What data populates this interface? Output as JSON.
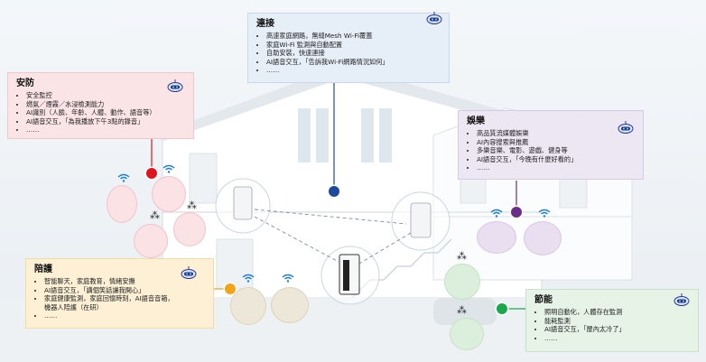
{
  "colors": {
    "security_box": "#fbe4e6",
    "security_pin": "#e0141e",
    "connect_box": "#e6eef8",
    "connect_pin": "#1e4a9e",
    "entertainment_box": "#ede6f3",
    "entertainment_pin": "#6c2d89",
    "care_box": "#fdf0d5",
    "care_pin": "#f3a21a",
    "energy_box": "#e6f3e6",
    "energy_pin": "#1aa84c",
    "wifi": "#1a7fd6"
  },
  "icons": [
    "robot-icon",
    "wifi-icon",
    "share-icon"
  ],
  "panels": {
    "connect": {
      "title": "連接",
      "items": [
        "高速家庭網路，無縫Mesh Wi-Fi覆蓋",
        "家庭Wi-Fi 監測與自動配置",
        "自助安裝，快速連接",
        "AI語音交互，「告訴我Wi-Fi網路情況如何」",
        "……"
      ]
    },
    "security": {
      "title": "安防",
      "items": [
        "安全監控",
        "燃氣／煙霧／水浸檢測能力",
        "AI識別（人臉、年齡、人體、動作、語音等）",
        "AI語音交互，「為我播放下午3點的錄音」",
        "……"
      ]
    },
    "entertainment": {
      "title": "娛樂",
      "items": [
        "高品質流媒體娛樂",
        "AI內容搜索與推薦",
        "多樂音樂、電影、遊戲、健身等",
        "AI語音交互，「今晚有什麼好看的」",
        "……"
      ]
    },
    "care": {
      "title": "陪護",
      "items": [
        "智能聊天，家庭教育，情緒安撫",
        "AI語音交互，「講個笑話讓我開心」",
        "家庭健康監測，家庭回憶時刻，AI語音音箱，機器人陪護（在研）",
        "……"
      ]
    },
    "energy": {
      "title": "節能",
      "items": [
        "照明自動化，人體存在監測",
        "能耗監測",
        "AI語音交互，「屋內太冷了」",
        "……"
      ]
    }
  }
}
